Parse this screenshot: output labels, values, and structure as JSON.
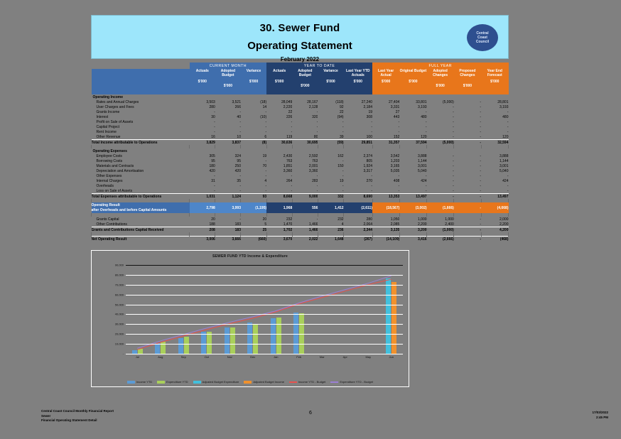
{
  "header": {
    "title_line1": "30.  Sewer Fund",
    "title_line2": "Operating Statement",
    "date": "February 2022",
    "logo_line1": "Central",
    "logo_line2": "Coast",
    "logo_line3": "Council"
  },
  "table": {
    "groups": [
      {
        "label": "",
        "span": 1,
        "style": "blank"
      },
      {
        "label": "CURRENT MONTH",
        "span": 3,
        "style": "cm"
      },
      {
        "label": "YEAR TO DATE",
        "span": 4,
        "style": "ytd"
      },
      {
        "label": "FULL YEAR",
        "span": 5,
        "style": "fy"
      }
    ],
    "columns": [
      {
        "label": "",
        "unit": "",
        "style": "label"
      },
      {
        "label": "Actuals",
        "unit": "$'000",
        "style": "cm"
      },
      {
        "label": "Adopted Budget",
        "unit": "$'000",
        "style": "cm"
      },
      {
        "label": "Variance",
        "unit": "$'000",
        "style": "cm"
      },
      {
        "label": "Actuals",
        "unit": "$'000",
        "style": "ytd"
      },
      {
        "label": "Adopted Budget",
        "unit": "$'000",
        "style": "ytd"
      },
      {
        "label": "Variance",
        "unit": "$'000",
        "style": "ytd"
      },
      {
        "label": "Last Year YTD Actuals",
        "unit": "$'000",
        "style": "ytd"
      },
      {
        "label": "Last Year Actual",
        "unit": "$'000",
        "style": "fy"
      },
      {
        "label": "Original Budget",
        "unit": "$'000",
        "style": "fy"
      },
      {
        "label": "Adopted Changes",
        "unit": "$'000",
        "style": "fy"
      },
      {
        "label": "Proposed Changes",
        "unit": "$'000",
        "style": "fy"
      },
      {
        "label": "Year End Forecast",
        "unit": "$'000",
        "style": "fy"
      }
    ],
    "sections": [
      {
        "heading": "Operating Income",
        "rows": [
          {
            "label": "Rates and Annual Charges",
            "values": [
              "3,503",
              "3,521",
              "(18)",
              "28,049",
              "28,167",
              "(118)",
              "27,240",
              "27,404",
              "33,801",
              "(5,000)",
              "-",
              "28,801"
            ]
          },
          {
            "label": "User Charges and Fees",
            "values": [
              "280",
              "266",
              "14",
              "2,220",
              "2,128",
              "92",
              "2,184",
              "3,331",
              "3,193",
              "-",
              "-",
              "3,193"
            ]
          },
          {
            "label": "Grants Income",
            "values": [
              "-",
              "-",
              "-",
              "22",
              "-",
              "22",
              "19",
              "27",
              "-",
              "-",
              "-",
              "-"
            ]
          },
          {
            "label": "Interest",
            "values": [
              "30",
              "40",
              "(10)",
              "226",
              "320",
              "(94)",
              "308",
              "443",
              "480",
              "-",
              "-",
              "480"
            ]
          },
          {
            "label": "Profit on Sale of Assets",
            "values": [
              "-",
              "-",
              "-",
              "-",
              "-",
              "-",
              "-",
              "-",
              "-",
              "-",
              "-",
              "-"
            ]
          },
          {
            "label": "Capital Project",
            "values": [
              "-",
              "-",
              "-",
              "-",
              "-",
              "-",
              "-",
              "-",
              "-",
              "-",
              "-",
              "-"
            ]
          },
          {
            "label": "Rent Income",
            "values": [
              "-",
              "-",
              "-",
              "-",
              "-",
              "-",
              "-",
              "-",
              "-",
              "-",
              "-",
              "-"
            ]
          },
          {
            "label": "Other Revenue",
            "values": [
              "16",
              "10",
              "6",
              "119",
              "80",
              "39",
              "100",
              "152",
              "120",
              "-",
              "-",
              "120"
            ]
          }
        ],
        "total": {
          "label": "Total Income attributable to Operations",
          "values": [
            "3,829",
            "3,837",
            "(8)",
            "30,636",
            "30,695",
            "(59)",
            "29,851",
            "31,357",
            "37,594",
            "(5,000)",
            "-",
            "32,594"
          ]
        }
      },
      {
        "heading": "Operating Expenses",
        "rows": [
          {
            "label": "Employee Costs",
            "values": [
              "305",
              "324",
              "19",
              "2,430",
              "2,592",
              "162",
              "2,374",
              "3,542",
              "3,888",
              "-",
              "-",
              "3,888"
            ]
          },
          {
            "label": "Borrowing Costs",
            "values": [
              "95",
              "95",
              "-",
              "763",
              "763",
              "-",
              "805",
              "1,203",
              "1,144",
              "-",
              "-",
              "1,144"
            ]
          },
          {
            "label": "Materials and Contracts",
            "values": [
              "180",
              "250",
              "70",
              "1,851",
              "2,001",
              "150",
              "1,924",
              "3,165",
              "3,001",
              "-",
              "-",
              "3,001"
            ]
          },
          {
            "label": "Depreciation and Amortisation",
            "values": [
              "420",
              "420",
              "-",
              "3,360",
              "3,360",
              "-",
              "3,317",
              "5,035",
              "5,040",
              "-",
              "-",
              "5,040"
            ]
          },
          {
            "label": "Other Expenses",
            "values": [
              "-",
              "-",
              "-",
              "-",
              "-",
              "-",
              "-",
              "-",
              "-",
              "-",
              "-",
              "-"
            ]
          },
          {
            "label": "Internal Charges",
            "values": [
              "31",
              "35",
              "4",
              "264",
              "283",
              "19",
              "270",
              "408",
              "424",
              "-",
              "-",
              "424"
            ]
          },
          {
            "label": "Overheads",
            "values": [
              "-",
              "-",
              "-",
              "-",
              "-",
              "-",
              "-",
              "-",
              "-",
              "-",
              "-",
              "-"
            ]
          },
          {
            "label": "Loss on Sale of Assets",
            "values": [
              "-",
              "-",
              "-",
              "-",
              "-",
              "-",
              "-",
              "-",
              "-",
              "-",
              "-",
              "-"
            ]
          }
        ],
        "total": {
          "label": "Total Expenses attributable to Operations",
          "values": [
            "1,031",
            "1,124",
            "93",
            "8,668",
            "9,000",
            "332",
            "8,690",
            "13,353",
            "13,497",
            "-",
            "-",
            "13,497"
          ]
        }
      }
    ],
    "result_row": {
      "label_line1": "Operating Result",
      "label_line2": "after Overheads and before Capital Amounts",
      "values": [
        "2,798",
        "3,993",
        "(1,195)",
        "1,968",
        "556",
        "1,412",
        "(2,611)",
        "(18,567)",
        "(3,002)",
        "(1,666)",
        "-",
        "(4,668)"
      ]
    },
    "bottom_rows": [
      {
        "label": "Grants Capital",
        "values": [
          "20",
          "-",
          "20",
          "232",
          "-",
          "232",
          "280",
          "1,050",
          "1,000",
          "1,000",
          "-",
          "2,000"
        ]
      },
      {
        "label": "Other Contributions",
        "values": [
          "188",
          "183",
          "5",
          "1,470",
          "1,466",
          "4",
          "2,064",
          "2,085",
          "2,200",
          "2,400",
          "-",
          "2,200"
        ]
      },
      {
        "label": "Grants and Contributions Capital Received",
        "values": [
          "208",
          "183",
          "25",
          "1,702",
          "1,466",
          "236",
          "2,344",
          "3,135",
          "3,200",
          "(1,000)",
          "-",
          "4,200"
        ]
      },
      {
        "label": "Net Operating Result",
        "values": [
          "3,006",
          "3,666",
          "(660)",
          "3,670",
          "2,022",
          "1,648",
          "(267)",
          "(14,109)",
          "3,416",
          "(2,666)",
          "-",
          "(468)"
        ]
      }
    ]
  },
  "chart_data": {
    "type": "bar",
    "title": "SEWER FUND YTD Income & Expenditure",
    "xlabel": "",
    "ylabel": "",
    "grid": true,
    "legend_position": "bottom",
    "categories": [
      "Jul",
      "Aug",
      "Sep",
      "Oct",
      "Nov",
      "Dec",
      "Jan",
      "Feb",
      "Mar",
      "Apr",
      "May",
      "Jun"
    ],
    "ylim": [
      0,
      90000
    ],
    "yticks": [
      "90,000",
      "80,000",
      "70,000",
      "60,000",
      "50,000",
      "40,000",
      "30,000",
      "20,000",
      "10,000",
      "-"
    ],
    "series": [
      {
        "name": "Income YTD",
        "type": "bar",
        "color": "#5b9bd5",
        "values": [
          3800,
          11000,
          16000,
          22000,
          27000,
          32000,
          36000,
          42000,
          null,
          null,
          null,
          null
        ]
      },
      {
        "name": "Expenditure YTD",
        "type": "bar",
        "color": "#a9cf5b",
        "values": [
          5200,
          12500,
          17500,
          22500,
          26500,
          30500,
          37000,
          41000,
          null,
          null,
          null,
          null
        ]
      },
      {
        "name": "Adjusted Budget Expenditure",
        "type": "bar",
        "color": "#42c0dd",
        "values": [
          null,
          null,
          null,
          null,
          null,
          null,
          null,
          null,
          null,
          null,
          null,
          76000
        ]
      },
      {
        "name": "Adjusted Budget Income",
        "type": "bar",
        "color": "#f0912d",
        "values": [
          null,
          null,
          null,
          null,
          null,
          null,
          null,
          null,
          null,
          null,
          null,
          73000
        ]
      },
      {
        "name": "Income YTD - Budget",
        "type": "line",
        "color": "#e8524e",
        "values": [
          4200,
          11500,
          18000,
          24500,
          30500,
          36000,
          42500,
          50500,
          57000,
          63500,
          70000,
          75500
        ]
      },
      {
        "name": "Expenditure YTD - Budget",
        "type": "line",
        "color": "#9b7fd4",
        "values": [
          5600,
          13000,
          19500,
          26000,
          32000,
          37500,
          43500,
          51500,
          58500,
          65000,
          71500,
          79000
        ]
      }
    ]
  },
  "footer": {
    "left_line1": "Central Coast Council Monthly Financial Report",
    "left_line2": "Sewer",
    "left_line3": "Financial Operating Statement Detail",
    "page_number": "6",
    "right_line1": "17/03/2022",
    "right_line2": "2:45 PM"
  }
}
